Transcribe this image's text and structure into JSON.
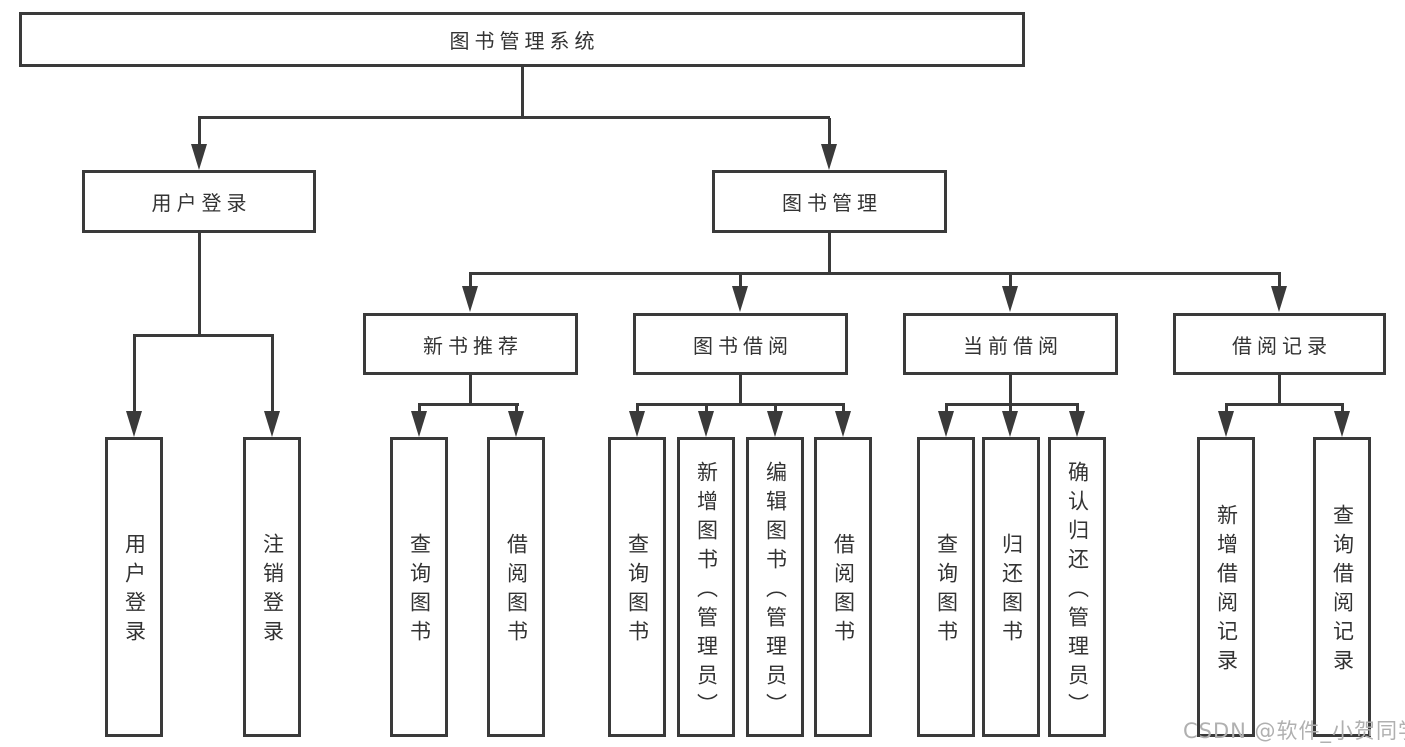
{
  "root": {
    "label": "图书管理系统"
  },
  "level2": [
    {
      "label": "用户登录"
    },
    {
      "label": "图书管理"
    }
  ],
  "level3": [
    {
      "label": "新书推荐"
    },
    {
      "label": "图书借阅"
    },
    {
      "label": "当前借阅"
    },
    {
      "label": "借阅记录"
    }
  ],
  "leaves": [
    {
      "label": "用户登录"
    },
    {
      "label": "注销登录"
    },
    {
      "label": "查询图书"
    },
    {
      "label": "借阅图书"
    },
    {
      "label": "查询图书"
    },
    {
      "label": "新增图书（管理员）"
    },
    {
      "label": "编辑图书（管理员）"
    },
    {
      "label": "借阅图书"
    },
    {
      "label": "查询图书"
    },
    {
      "label": "归还图书"
    },
    {
      "label": "确认归还（管理员）"
    },
    {
      "label": "新增借阅记录"
    },
    {
      "label": "查询借阅记录"
    }
  ],
  "watermark": "CSDN @软件_小贺同学",
  "colors": {
    "line": "#3a3a3a",
    "text": "#333333",
    "watermark": "#b0b0b0",
    "background": "#ffffff"
  }
}
